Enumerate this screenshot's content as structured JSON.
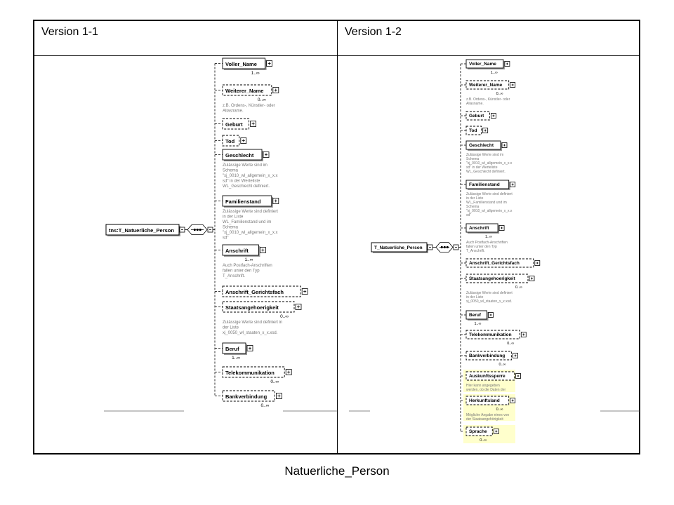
{
  "columns": [
    "Version 1-1",
    "Version 1-2"
  ],
  "caption": "Natuerliche_Person",
  "highlight_color": "#ffffcc",
  "v11": {
    "root": "tns:T_Natuerliche_Person",
    "elements": [
      {
        "name": "Voller_Name",
        "mult": "1..∞",
        "optional": false,
        "note": []
      },
      {
        "name": "Weiterer_Name",
        "mult": "0..∞",
        "optional": true,
        "note": [
          "z.B. Ordens-, Künstler- oder",
          "Aliasname."
        ]
      },
      {
        "name": "Geburt",
        "mult": "",
        "optional": true,
        "note": []
      },
      {
        "name": "Tod",
        "mult": "",
        "optional": true,
        "note": []
      },
      {
        "name": "Geschlecht",
        "mult": "",
        "optional": false,
        "note": [
          "Zulässige Werte sind im",
          "Schema",
          "\"xj_0010_wl_allgemein_x_x.x",
          "sd\" in der Werteliste",
          "WL_Geschlecht definiert."
        ]
      },
      {
        "name": "Familienstand",
        "mult": "",
        "optional": false,
        "note": [
          "Zulässige Werte sind definiert",
          "in der Liste",
          "WL_Familienstand und im",
          "Schema",
          "\"xj_0010_wl_allgemein_x_x.x",
          "sd\""
        ]
      },
      {
        "name": "Anschrift",
        "mult": "1..∞",
        "optional": false,
        "note": [
          "Auch Postfach-Anschriften",
          "fallen unter den Typ",
          "T_Anschrift."
        ]
      },
      {
        "name": "Anschrift_Gerichtsfach",
        "mult": "",
        "optional": true,
        "note": []
      },
      {
        "name": "Staatsangehoerigkeit",
        "mult": "0..∞",
        "optional": true,
        "note": [
          "Zulässige Werte sind definiert in",
          "der Liste",
          "xj_0050_wl_staaten_x_x.xsd."
        ]
      },
      {
        "name": "Beruf",
        "mult": "1..∞",
        "optional": false,
        "note": []
      },
      {
        "name": "Telekommunikation",
        "mult": "0..∞",
        "optional": true,
        "note": []
      },
      {
        "name": "Bankverbindung",
        "mult": "0..∞",
        "optional": true,
        "note": []
      }
    ]
  },
  "v12": {
    "root": "T_Natuerliche_Person",
    "elements": [
      {
        "name": "Voller_Name",
        "mult": "1..∞",
        "optional": false,
        "highlight": false,
        "note": []
      },
      {
        "name": "Weiterer_Name",
        "mult": "0..∞",
        "optional": true,
        "highlight": false,
        "note": [
          "z.B. Ordens-, Künstler- oder",
          "Aliasname."
        ]
      },
      {
        "name": "Geburt",
        "mult": "",
        "optional": true,
        "highlight": false,
        "note": []
      },
      {
        "name": "Tod",
        "mult": "",
        "optional": true,
        "highlight": false,
        "note": []
      },
      {
        "name": "Geschlecht",
        "mult": "",
        "optional": false,
        "highlight": false,
        "note": [
          "Zulässige Werte sind im",
          "Schema",
          "\"xj_0010_wl_allgemein_x_x.x",
          "sd\" in der Werteliste",
          "WL_Geschlecht definiert."
        ]
      },
      {
        "name": "Familienstand",
        "mult": "",
        "optional": false,
        "highlight": false,
        "note": [
          "Zulässige Werte sind definiert",
          "in der Liste",
          "WL_Familienstand und im",
          "Schema",
          "\"xj_0010_wl_allgemein_x_x.x",
          "sd\""
        ]
      },
      {
        "name": "Anschrift",
        "mult": "1..∞",
        "optional": false,
        "highlight": false,
        "note": [
          "Auch Postfach-Anschriften",
          "fallen unter den Typ",
          "T_Anschrift."
        ]
      },
      {
        "name": "Anschrift_Gerichtsfach",
        "mult": "",
        "optional": true,
        "highlight": false,
        "note": []
      },
      {
        "name": "Staatsangehoerigkeit",
        "mult": "0..∞",
        "optional": true,
        "highlight": false,
        "note": [
          "Zulässige Werte sind definiert",
          "in der Liste",
          "xj_0050_wl_staaten_x_x.xsd."
        ]
      },
      {
        "name": "Beruf",
        "mult": "1..∞",
        "optional": false,
        "highlight": false,
        "note": []
      },
      {
        "name": "Telekommunikation",
        "mult": "0..∞",
        "optional": true,
        "highlight": false,
        "note": []
      },
      {
        "name": "Bankverbindung",
        "mult": "0..∞",
        "optional": true,
        "highlight": false,
        "note": []
      },
      {
        "name": "Auskunftssperre",
        "mult": "",
        "optional": true,
        "highlight": true,
        "note": [
          "Hier kann angegeben",
          "werden, ob die Daten der"
        ]
      },
      {
        "name": "Herkunftsland",
        "mult": "0..∞",
        "optional": true,
        "highlight": true,
        "note": [
          "Mögliche Angabe eines von",
          "der Staatsangehörigkeit"
        ]
      },
      {
        "name": "Sprache",
        "mult": "0..∞",
        "optional": true,
        "highlight": true,
        "note": []
      }
    ]
  }
}
